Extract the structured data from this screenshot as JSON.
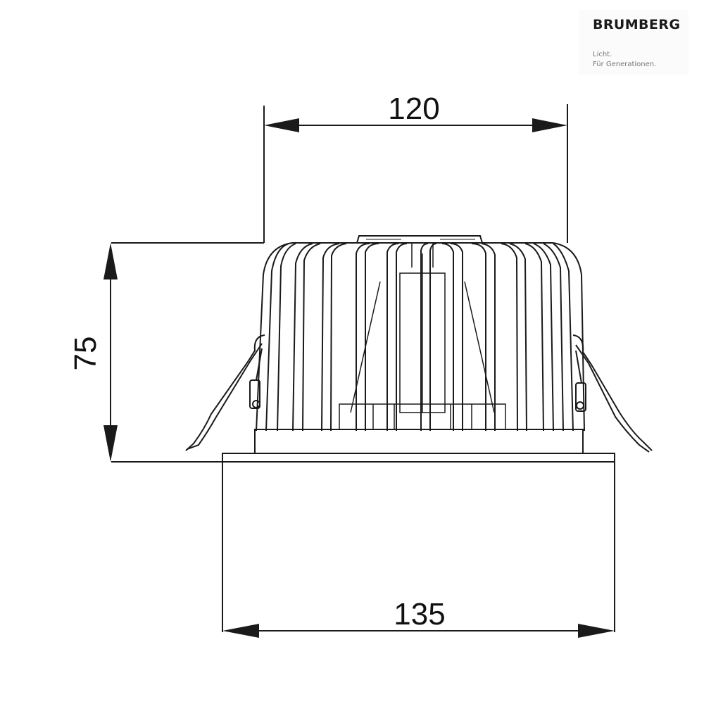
{
  "logo": {
    "brand": "BRUMBERG",
    "tagline_line1": "Licht.",
    "tagline_line2": "Für Generationen."
  },
  "dimensions": {
    "width_top": "120",
    "height": "75",
    "width_bottom": "135"
  },
  "colors": {
    "line": "#1a1a1a",
    "background": "#ffffff"
  }
}
